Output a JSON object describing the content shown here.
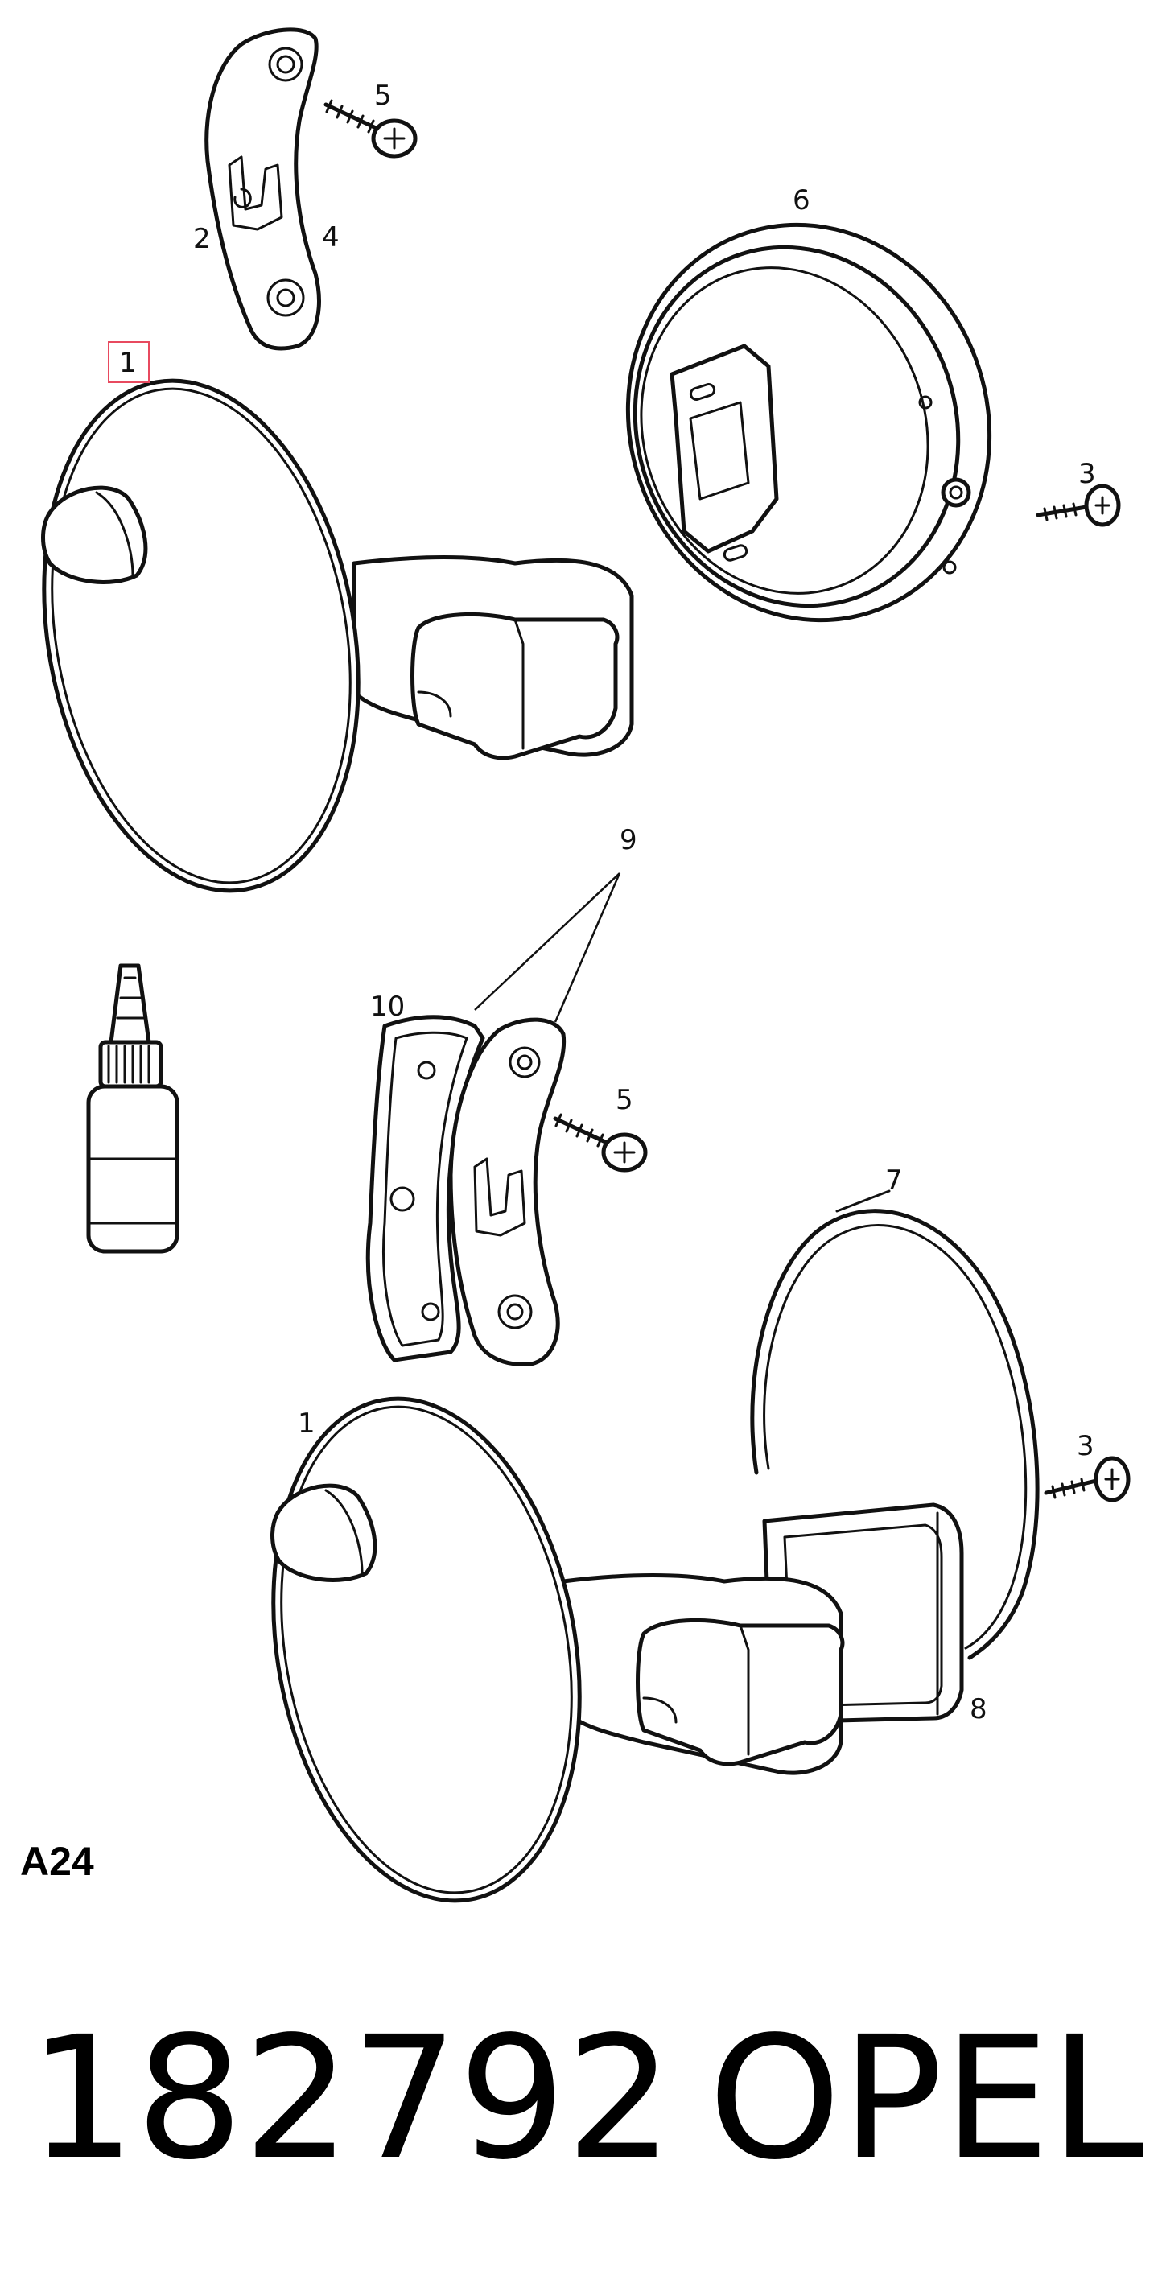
{
  "diagram": {
    "section_code": "A24",
    "callouts": {
      "part_1_top": "1",
      "part_1_bottom": "1",
      "part_2": "2",
      "part_3_top": "3",
      "part_3_bottom": "3",
      "part_4": "4",
      "part_5_top": "5",
      "part_5_mid": "5",
      "part_6": "6",
      "part_7": "7",
      "part_8": "8",
      "part_9": "9",
      "part_10": "10"
    },
    "highlight_color": "#e84a5f"
  },
  "footer": {
    "part_number": "182792",
    "brand": "OPEL"
  }
}
